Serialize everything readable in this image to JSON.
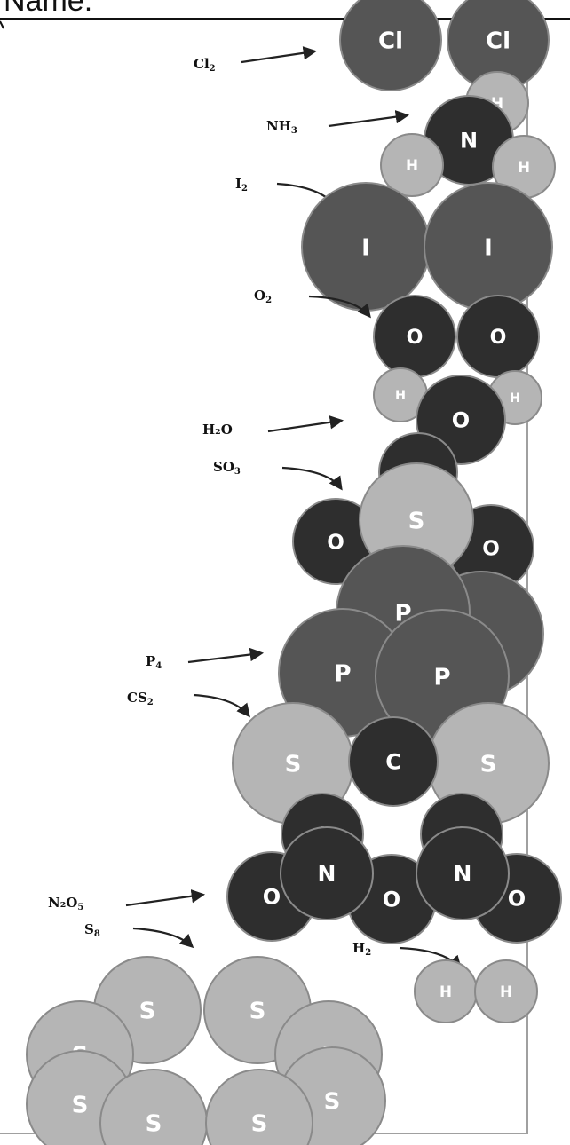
{
  "header": {
    "title": "Name:"
  },
  "colors": {
    "dark": "#2e2e2e",
    "medium": "#555555",
    "light": "#b5b5b5",
    "atom_stroke": "#8a8a8a",
    "line": "#222222",
    "border": "#a0a0a0",
    "text_on_atom": "#ffffff"
  },
  "molecules": [
    {
      "id": "cl2",
      "formula": "Cl",
      "sub": "2",
      "atoms": [
        {
          "label": "Cl",
          "shade": "medium"
        },
        {
          "label": "Cl",
          "shade": "medium"
        }
      ]
    },
    {
      "id": "nh3",
      "formula": "NH",
      "sub": "3",
      "atoms": [
        {
          "label": "H",
          "shade": "light"
        },
        {
          "label": "N",
          "shade": "dark"
        },
        {
          "label": "H",
          "shade": "light"
        },
        {
          "label": "H",
          "shade": "light"
        }
      ]
    },
    {
      "id": "i2",
      "formula": "I",
      "sub": "2",
      "atoms": [
        {
          "label": "I",
          "shade": "medium"
        },
        {
          "label": "I",
          "shade": "medium"
        }
      ]
    },
    {
      "id": "o2",
      "formula": "O",
      "sub": "2",
      "atoms": [
        {
          "label": "O",
          "shade": "dark"
        },
        {
          "label": "O",
          "shade": "dark"
        }
      ]
    },
    {
      "id": "h2o",
      "formula": "H₂O",
      "sub": "",
      "atoms": [
        {
          "label": "H",
          "shade": "light"
        },
        {
          "label": "H",
          "shade": "light"
        },
        {
          "label": "O",
          "shade": "dark"
        }
      ]
    },
    {
      "id": "so3",
      "formula": "SO",
      "sub": "3",
      "atoms": [
        {
          "label": "O",
          "shade": "dark"
        },
        {
          "label": "O",
          "shade": "dark"
        },
        {
          "label": "O",
          "shade": "dark"
        },
        {
          "label": "S",
          "shade": "light"
        }
      ]
    },
    {
      "id": "p4",
      "formula": "P",
      "sub": "4",
      "atoms": [
        {
          "label": "P",
          "shade": "medium"
        },
        {
          "label": "P",
          "shade": "medium"
        },
        {
          "label": "P",
          "shade": "medium"
        },
        {
          "label": "P",
          "shade": "medium"
        }
      ]
    },
    {
      "id": "cs2",
      "formula": "CS",
      "sub": "2",
      "atoms": [
        {
          "label": "S",
          "shade": "light"
        },
        {
          "label": "S",
          "shade": "light"
        },
        {
          "label": "C",
          "shade": "dark"
        }
      ]
    },
    {
      "id": "n2o5",
      "formula": "N₂O",
      "sub": "5",
      "atoms": [
        {
          "label": "O",
          "shade": "dark"
        },
        {
          "label": "O",
          "shade": "dark"
        },
        {
          "label": "O",
          "shade": "dark"
        },
        {
          "label": "O",
          "shade": "dark"
        },
        {
          "label": "O",
          "shade": "dark"
        },
        {
          "label": "N",
          "shade": "dark"
        },
        {
          "label": "N",
          "shade": "dark"
        }
      ]
    },
    {
      "id": "s8",
      "formula": "S",
      "sub": "8",
      "atoms": [
        {
          "label": "S",
          "shade": "light"
        },
        {
          "label": "S",
          "shade": "light"
        },
        {
          "label": "S",
          "shade": "light"
        },
        {
          "label": "S",
          "shade": "light"
        },
        {
          "label": "S",
          "shade": "light"
        },
        {
          "label": "S",
          "shade": "light"
        },
        {
          "label": "S",
          "shade": "light"
        },
        {
          "label": "S",
          "shade": "light"
        }
      ]
    },
    {
      "id": "h2",
      "formula": "H",
      "sub": "2",
      "atoms": [
        {
          "label": "H",
          "shade": "light"
        },
        {
          "label": "H",
          "shade": "light"
        }
      ]
    }
  ]
}
